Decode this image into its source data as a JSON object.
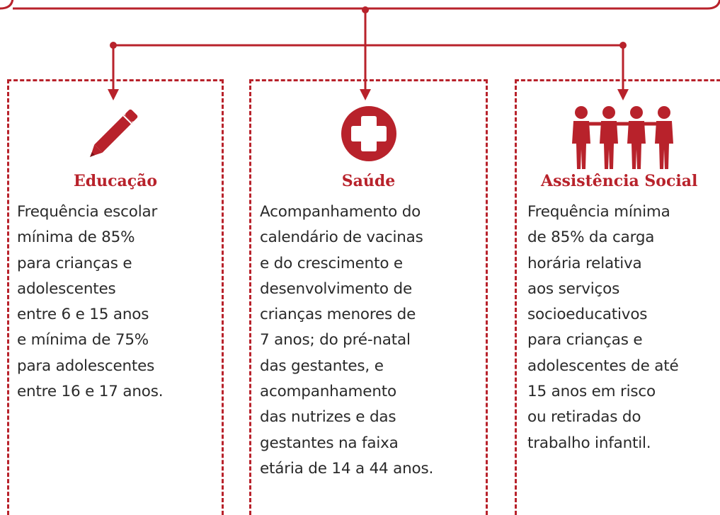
{
  "colors": {
    "accent": "#b8222b",
    "text": "#2a2a2a"
  },
  "columns": [
    {
      "id": "educacao",
      "icon": "pencil-icon",
      "title": "Educação",
      "description": "Frequência escolar\nmínima de 85%\npara crianças e\nadolescentes\nentre 6 e 15 anos\ne mínima de 75%\npara adolescentes\nentre 16 e 17 anos."
    },
    {
      "id": "saude",
      "icon": "medical-cross-icon",
      "title": "Saúde",
      "description": "Acompanhamento do\ncalendário de vacinas\ne do crescimento e\ndesenvolvimento de\ncrianças menores de\n7 anos; do pré-natal\ndas gestantes, e\nacompanhamento\ndas nutrizes e das\ngestantes na faixa\netária de 14 a 44 anos."
    },
    {
      "id": "assistencia",
      "icon": "people-group-icon",
      "title": "Assistência Social",
      "description": "Frequência mínima\nde 85% da carga\nhorária relativa\naos serviços\nsocioeducativos\npara crianças e\nadolescentes de até\n15 anos em risco\nou retiradas do\ntrabalho infantil."
    }
  ]
}
